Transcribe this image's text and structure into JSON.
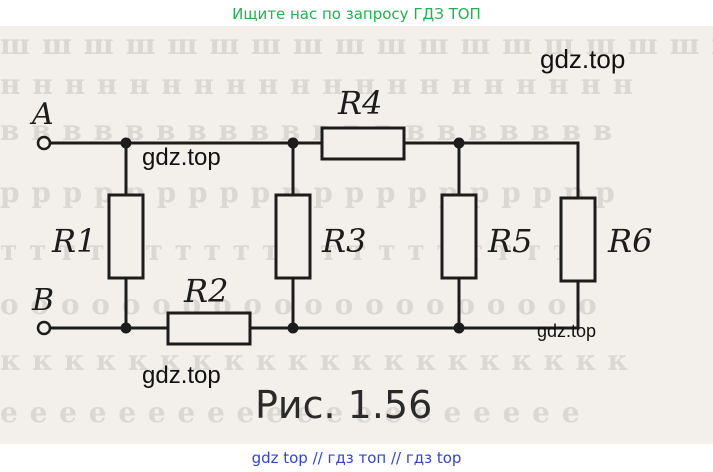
{
  "banner": {
    "top": "Ищите нас по запросу ГДЗ ТОП",
    "bottom": "gdz top  //  гдз топ  //  гдз top"
  },
  "watermarks": [
    "gdz.top",
    "gdz.top",
    "gdz.top",
    "gdz.top"
  ],
  "circuit": {
    "terminals": {
      "a": "A",
      "b": "B"
    },
    "resistors": {
      "r1": "R1",
      "r2": "R2",
      "r3": "R3",
      "r4": "R4",
      "r5": "R5",
      "r6": "R6"
    },
    "caption": "Рис. 1.56"
  },
  "colors": {
    "banner_top": "#22b14c",
    "banner_bottom": "#3344cc",
    "paper": "#f3f0ec",
    "ink": "#1c1c1c"
  }
}
